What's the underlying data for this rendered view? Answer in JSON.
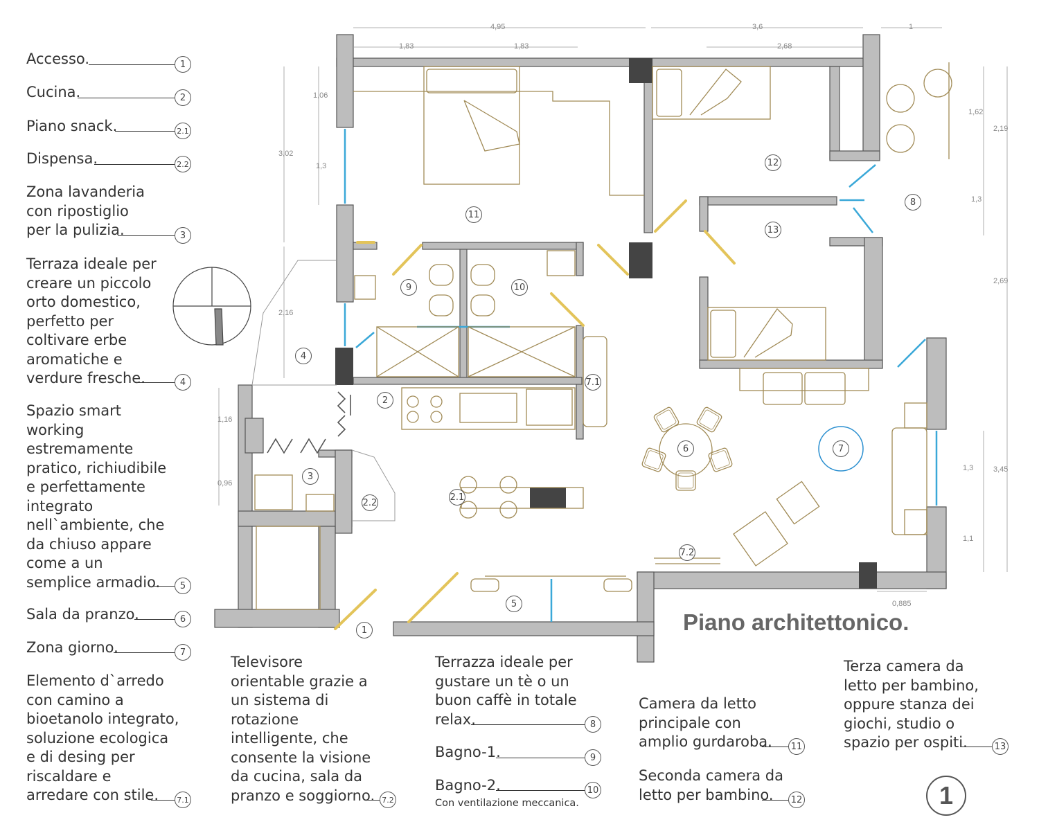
{
  "title": "Piano architettonico.",
  "sheet_number": "1",
  "legend_left": [
    {
      "text": "Accesso.",
      "num": "1"
    },
    {
      "text": "Cucina.",
      "num": "2"
    },
    {
      "text": "Piano snack.",
      "num": "2.1"
    },
    {
      "text": "Dispensa.",
      "num": "2.2"
    },
    {
      "text": "Zona lavanderia\ncon ripostiglio\nper la pulizia.",
      "num": "3"
    },
    {
      "text": "Terraza ideale per\ncreare un piccolo\norto domestico,\nperfetto per\ncoltivare erbe\naromatiche e\nverdure fresche.",
      "num": "4"
    },
    {
      "text": "Spazio smart\nworking\nestremamente\npratico, richiudibile\ne perfettamente\nintegrato\nnell`ambiente, che\nda chiuso appare\ncome a un\nsemplice armadio.",
      "num": "5"
    },
    {
      "text": "Sala da pranzo.",
      "num": "6"
    },
    {
      "text": "Zona giorno.",
      "num": "7"
    }
  ],
  "legend_bottom": [
    {
      "text": "Elemento d`arredo\ncon camino a\nbioetanolo integrato,\nsoluzione ecologica\ne di desing per\nriscaldare e\narredare con stile.",
      "num": "7.1"
    },
    {
      "text": "Televisore\norientable grazie a\nun sistema di\nrotazione\nintelligente, che\nconsente la visione\nda cucina, sala da\npranzo e soggiorno.",
      "num": "7.2"
    },
    {
      "text": "Terrazza ideale per\ngustare un tè o un\nbuon caffè in totale\nrelax.",
      "num": "8"
    },
    {
      "text": "Bagno-1.",
      "num": "9"
    },
    {
      "text": "Bagno-2.",
      "num": "10"
    },
    {
      "sub": "Con ventilazione meccanica."
    },
    {
      "text": "Camera da letto\nprincipale con\namplio gurdaroba.",
      "num": "11"
    },
    {
      "text": "Seconda camera da\nletto per bambino.",
      "num": "12"
    },
    {
      "text": "Terza camera da\nletto per bambino,\noppure stanza dei\ngiochi, studio o\nspazio per ospiti.",
      "num": "13"
    }
  ],
  "room_labels": [
    "1",
    "2",
    "2.1",
    "2.2",
    "3",
    "4",
    "5",
    "6",
    "7",
    "7.1",
    "7.2",
    "8",
    "9",
    "10",
    "11",
    "12",
    "13"
  ],
  "dimensions": {
    "top": [
      "4,95",
      "1,83",
      "1,83",
      "3,6",
      "2,68",
      "1"
    ],
    "left": [
      "1,06",
      "1,3",
      "3,02",
      "2,16",
      "1,16",
      "0,96"
    ],
    "right": [
      "1,62",
      "2,19",
      "1,3",
      "2,69",
      "1,3",
      "3,45",
      "1,1"
    ],
    "bottom": [
      "0,885"
    ]
  },
  "colors": {
    "wall": "#bdbdbd",
    "wall_stroke": "#555555",
    "column": "#444444",
    "furniture": "#a08a55",
    "door": "#e3c45a",
    "window": "#3aa8d8",
    "zone_circle": "#2a8fd0",
    "text": "#333333"
  }
}
